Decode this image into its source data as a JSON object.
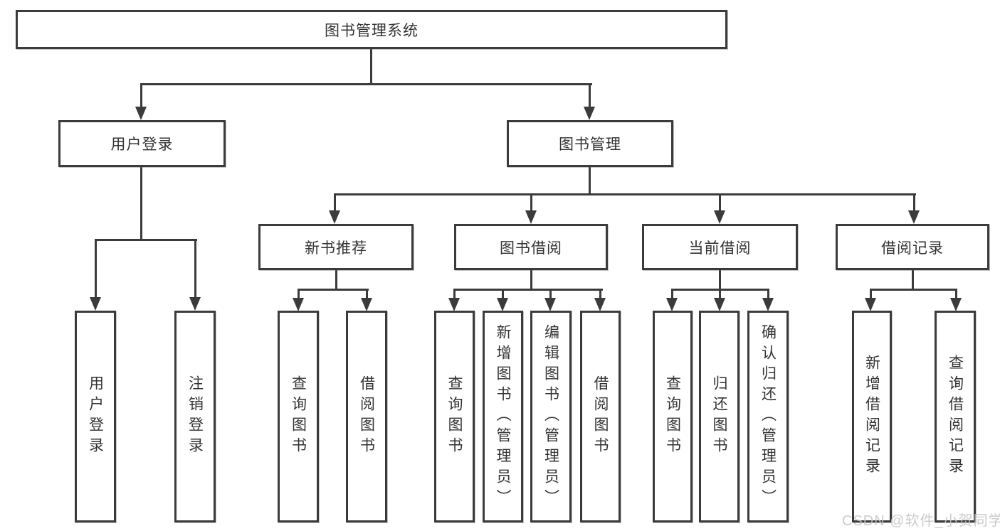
{
  "diagram": {
    "title": {
      "label": "图书管理系统"
    },
    "level2": [
      {
        "label": "用户登录"
      },
      {
        "label": "图书管理"
      }
    ],
    "level3": [
      {
        "label": "新书推荐"
      },
      {
        "label": "图书借阅"
      },
      {
        "label": "当前借阅"
      },
      {
        "label": "借阅记录"
      }
    ],
    "leaves": [
      {
        "label": "用户登录"
      },
      {
        "label": "注销登录"
      },
      {
        "label": "查询图书"
      },
      {
        "label": "借阅图书"
      },
      {
        "label": "查询图书"
      },
      {
        "label": "新增图书（管理员）"
      },
      {
        "label": "编辑图书（管理员）"
      },
      {
        "label": "借阅图书"
      },
      {
        "label": "查询图书"
      },
      {
        "label": "归还图书"
      },
      {
        "label": "确认归还（管理员）"
      },
      {
        "label": "新增借阅记录"
      },
      {
        "label": "查询借阅记录"
      }
    ],
    "watermark": "CSDN @软件_小贺同学",
    "colors": {
      "line": "#3b3b3b",
      "box_fill": "#ffffff",
      "text": "#333333",
      "watermark": "#c4c4c4"
    }
  }
}
